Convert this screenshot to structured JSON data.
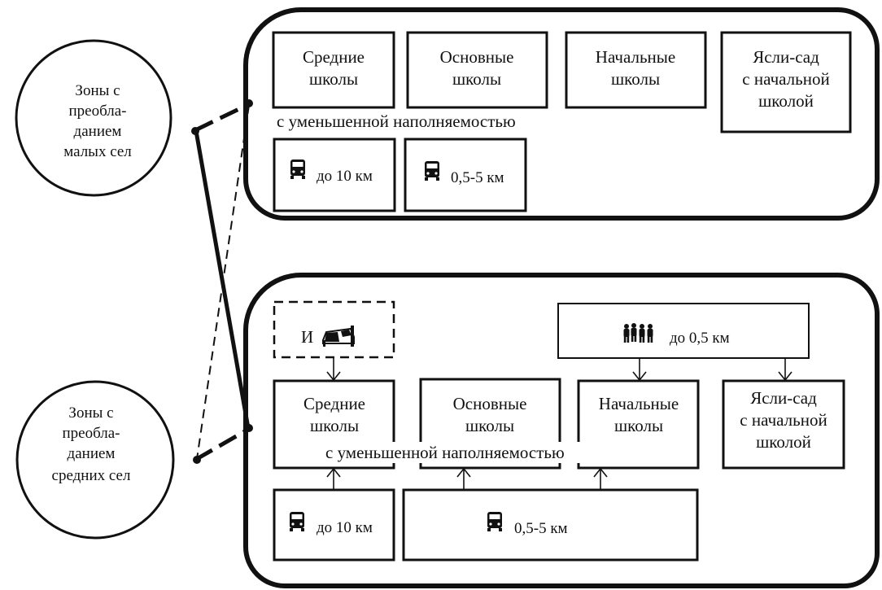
{
  "colors": {
    "stroke": "#111111",
    "background": "#ffffff"
  },
  "zones": {
    "small": {
      "lines": [
        "Зоны с",
        "преобла-",
        "данием",
        "малых сел"
      ]
    },
    "medium": {
      "lines": [
        "Зоны с",
        "преобла-",
        "данием",
        "средних сел"
      ]
    }
  },
  "top_panel": {
    "schools": {
      "secondary": [
        "Средние",
        "школы"
      ],
      "basic": [
        "Основные",
        "школы"
      ],
      "primary": [
        "Начальные",
        "школы"
      ],
      "nursery": [
        "Ясли-сад",
        "с начальной",
        "школой"
      ]
    },
    "reduced_note": "с уменьшенной наполняемостью",
    "transport": [
      {
        "icon": "bus-icon",
        "label": "до 10 км"
      },
      {
        "icon": "bus-icon",
        "label": "0,5-5 км"
      }
    ]
  },
  "bottom_panel": {
    "boarding": {
      "letter": "И",
      "icon": "bed-icon"
    },
    "walking": {
      "icon": "people-walking-icon",
      "label": "до 0,5 км"
    },
    "schools": {
      "secondary": [
        "Средние",
        "школы"
      ],
      "basic": [
        "Основные",
        "школы"
      ],
      "primary": [
        "Начальные",
        "школы"
      ],
      "nursery": [
        "Ясли-сад",
        "с начальной",
        "школой"
      ]
    },
    "reduced_note": "с уменьшенной наполняемостью",
    "transport": [
      {
        "icon": "bus-icon",
        "label": "до 10 км"
      },
      {
        "icon": "bus-icon",
        "label": "0,5-5 км"
      }
    ]
  }
}
